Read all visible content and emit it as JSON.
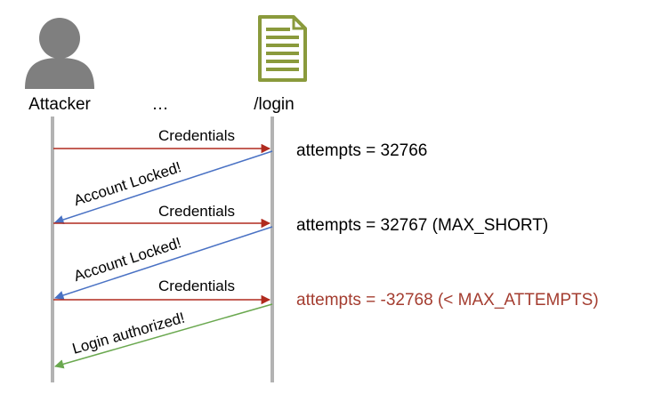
{
  "actors": {
    "attacker": "Attacker",
    "middle": "…",
    "server": "/login"
  },
  "messages": [
    {
      "label": "Credentials",
      "direction": "right",
      "color": "#b02a1e"
    },
    {
      "label": "Account Locked!",
      "direction": "left",
      "color": "#4a72c4"
    },
    {
      "label": "Credentials",
      "direction": "right",
      "color": "#b02a1e"
    },
    {
      "label": "Account Locked!",
      "direction": "left",
      "color": "#4a72c4"
    },
    {
      "label": "Credentials",
      "direction": "right",
      "color": "#b02a1e"
    },
    {
      "label": "Login authorized!",
      "direction": "left",
      "color": "#6aa84f"
    }
  ],
  "notes": [
    {
      "text": "attempts = 32766",
      "color": "#000000"
    },
    {
      "text": "attempts = 32767 (MAX_SHORT)",
      "color": "#000000"
    },
    {
      "text": "attempts = -32768 (< MAX_ATTEMPTS)",
      "color": "#a43d30"
    }
  ],
  "icons": {
    "attacker": "person-silhouette-icon",
    "server": "document-icon"
  },
  "colors": {
    "lifeline": "#b3b3b3",
    "person": "#7f7f7f",
    "document": "#8a9a3c"
  }
}
